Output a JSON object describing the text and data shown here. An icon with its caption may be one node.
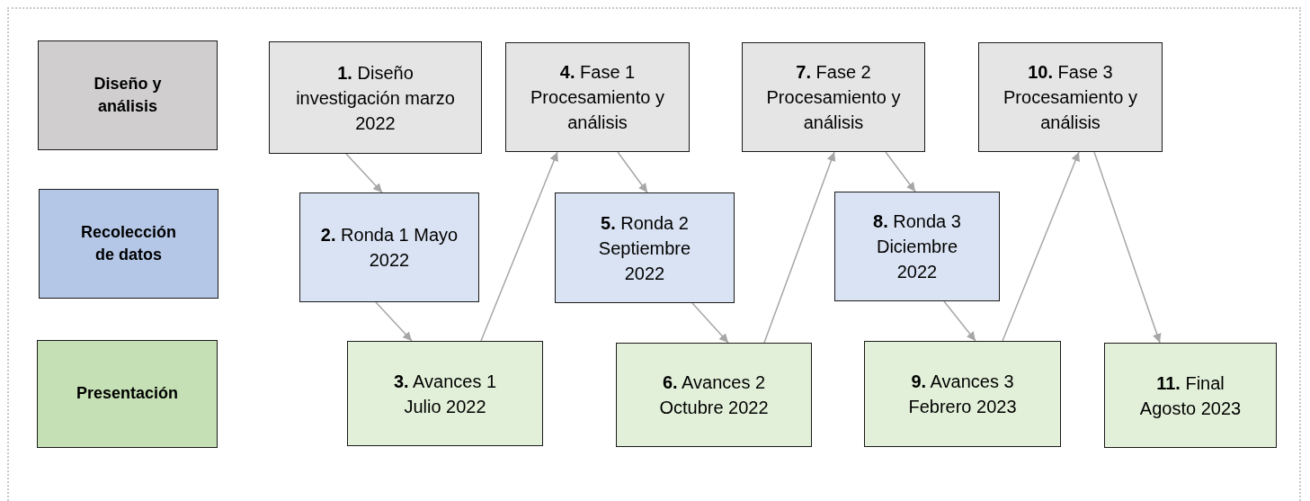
{
  "diagram": {
    "nodes": [
      {
        "text": [
          "Diseño y análisis"
        ]
      },
      {
        "text": [
          "Recolección de datos"
        ]
      },
      {
        "text": [
          "Presentación"
        ]
      },
      {
        "text": [
          "**1.** Diseño investigación marzo 2022"
        ]
      },
      {
        "text": [
          "**2.** Ronda 1 Mayo 2022"
        ]
      },
      {
        "text": [
          "**3.** Avances 1 Julio 2022"
        ]
      },
      {
        "text": [
          "**4.** Fase 1 Procesamiento y análisis"
        ]
      },
      {
        "text": [
          "**5.** Ronda 2 Septiembre 2022"
        ]
      },
      {
        "text": [
          "**6.** Avances 2 Octubre 2022"
        ]
      },
      {
        "text": [
          "**7.** Fase 2 Procesamiento y análisis"
        ]
      },
      {
        "text": [
          "**8.** Ronda 3 Diciembre 2022"
        ]
      },
      {
        "text": [
          "**9.** Avances 3 Febrero 2023"
        ]
      },
      {
        "text": [
          "**10.** Fase 3 Procesamiento y análisis"
        ]
      },
      {
        "text": [
          "**11.** Final Agosto 2023"
        ]
      }
    ],
    "edges": [
      {
        "from": 3,
        "to": 4,
        "arrow": "to"
      },
      {
        "from": 4,
        "to": 5,
        "arrow": "to"
      },
      {
        "from": 5,
        "to": 6,
        "arrow": "to"
      },
      {
        "from": 6,
        "to": 7,
        "arrow": "to"
      },
      {
        "from": 7,
        "to": 8,
        "arrow": "to"
      },
      {
        "from": 8,
        "to": 9,
        "arrow": "to"
      },
      {
        "from": 9,
        "to": 10,
        "arrow": "to"
      },
      {
        "from": 10,
        "to": 11,
        "arrow": "to"
      },
      {
        "from": 11,
        "to": 12,
        "arrow": "to"
      },
      {
        "from": 12,
        "to": 13,
        "arrow": "to"
      }
    ]
  }
}
